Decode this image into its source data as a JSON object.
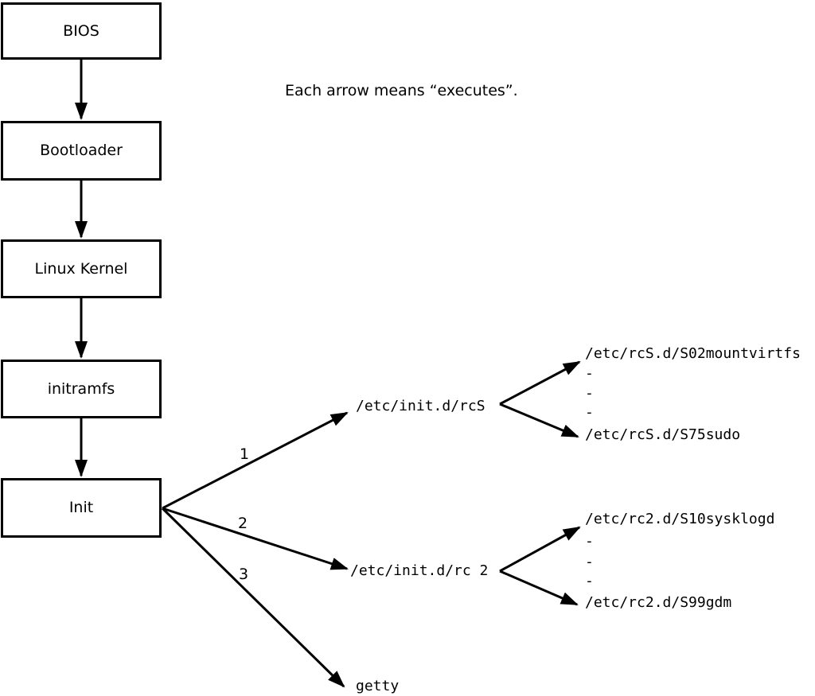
{
  "caption": "Each arrow means “executes”.",
  "nodes": [
    {
      "id": "bios",
      "label": "BIOS"
    },
    {
      "id": "bootloader",
      "label": "Bootloader"
    },
    {
      "id": "kernel",
      "label": "Linux Kernel"
    },
    {
      "id": "initramfs",
      "label": "initramfs"
    },
    {
      "id": "init",
      "label": "Init"
    }
  ],
  "arrow_labels": [
    "1",
    "2",
    "3"
  ],
  "init_targets": [
    {
      "label": "/etc/init.d/rcS"
    },
    {
      "label": "/etc/init.d/rc 2"
    },
    {
      "label": "getty"
    }
  ],
  "rcS_children": [
    "/etc/rcS.d/S02mountvirtfs",
    "-",
    "-",
    "-",
    "/etc/rcS.d/S75sudo"
  ],
  "rc2_children": [
    "/etc/rc2.d/S10sysklogd",
    "-",
    "-",
    "-",
    "/etc/rc2.d/S99gdm"
  ],
  "colors": {
    "line": "#000000",
    "background": "#ffffff",
    "text": "#000000"
  }
}
